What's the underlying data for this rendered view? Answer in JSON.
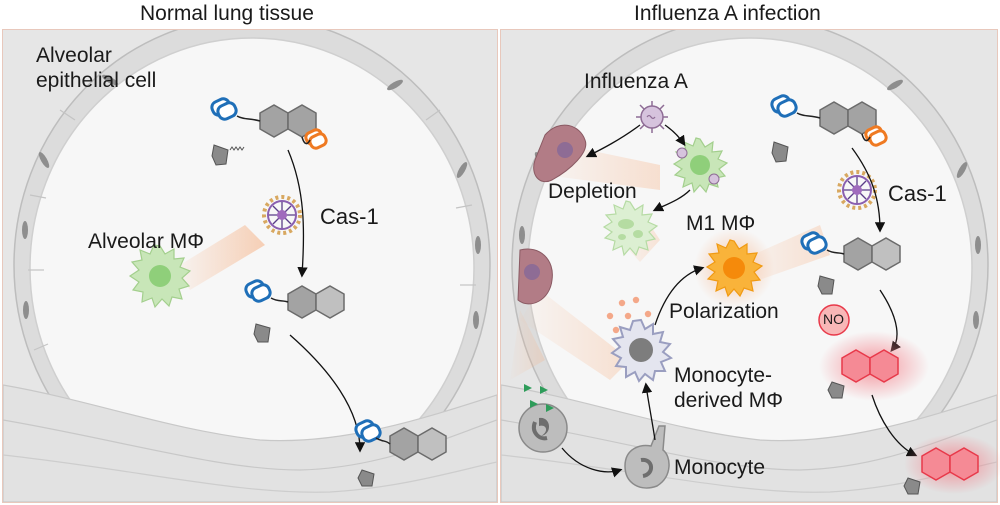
{
  "panels": {
    "left_title": "Normal lung tissue",
    "right_title": "Influenza A infection"
  },
  "left": {
    "epithelial_line1": "Alveolar",
    "epithelial_line2": "epithelial cell",
    "cas1": "Cas-1",
    "alveolar_macrophage": "Alveolar MΦ"
  },
  "right": {
    "influenza": "Influenza A",
    "depletion": "Depletion",
    "m1": "M1 MΦ",
    "cas1": "Cas-1",
    "no_badge": "NO",
    "polarization": "Polarization",
    "monocyte_derived_line1": "Monocyte-",
    "monocyte_derived_line2": "derived MΦ",
    "monocyte": "Monocyte"
  },
  "colors": {
    "panel_border": "#e8c8bc",
    "cell_fill": "#efefef",
    "membrane": "#cfcfcf",
    "nucleus": "#8e8e8e",
    "alveolar_macrophage": "#b5dca2",
    "m1_macrophage": "#f7a21b",
    "monocyte": "#9a9a9a",
    "monocyte_derived": "#9a9ec0",
    "virus": "#8e6c95",
    "infected_cell": "#b27c86",
    "activated_probe": "#e8394a",
    "blue_group": "#1f6fb8",
    "orange_group": "#ef7a22"
  },
  "icons": [
    "virus-icon",
    "macrophage-icon",
    "m1-macrophage-icon",
    "monocyte-icon",
    "cas1-enzyme-icon",
    "probe-molecule-icon",
    "activated-probe-icon",
    "no-badge-icon"
  ]
}
